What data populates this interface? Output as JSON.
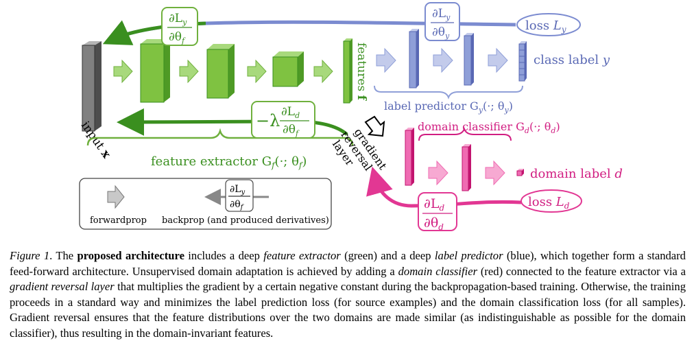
{
  "diagram": {
    "feature_extractor_label": "feature extractor G",
    "feature_extractor_sub": "f",
    "feature_extractor_args": "(·; θ",
    "feature_extractor_args_close": ")",
    "label_predictor_label": "label predictor G",
    "label_predictor_sub": "y",
    "label_predictor_args": "(·; θ",
    "label_predictor_args_close": ")",
    "domain_classifier_label": "domain classifier G",
    "domain_classifier_sub": "d",
    "domain_classifier_args": "(·; θ",
    "domain_classifier_args_close": ")",
    "input_label": "input ",
    "input_var": "x",
    "features_label": "features ",
    "features_var": "f",
    "grl_line1": "gradient",
    "grl_line2": "reversal",
    "grl_line3": "layer",
    "class_label": "class label ",
    "class_var": "y",
    "domain_label": "domain label ",
    "domain_var": "d",
    "loss_y": "loss ",
    "loss_y_var": "L",
    "loss_y_sub": "y",
    "loss_d": "loss ",
    "loss_d_var": "L",
    "loss_d_sub": "d",
    "deriv_num": "∂L",
    "deriv_den": "∂θ",
    "deriv_sub_y": "y",
    "deriv_sub_f": "f",
    "deriv_sub_d": "d",
    "neg_lambda": "−λ",
    "legend_forward": "forwardprop",
    "legend_backprop": "backprop (and produced derivatives)",
    "colors": {
      "green": "#7fc241",
      "green_dark": "#3a8f1f",
      "blue": "#8f9fd8",
      "blue_dark": "#5968b4",
      "pink": "#ef6bb2",
      "pink_dark": "#d11d81",
      "gray": "#777777"
    }
  },
  "caption": {
    "prefix": "Figure 1",
    "prefix_dot": ". The ",
    "bold1": "proposed architecture",
    "t1": " includes a deep ",
    "i1": "feature extractor",
    "t2": " (green) and a deep ",
    "i2": "label predictor",
    "t3": " (blue), which together form a standard feed-forward architecture. Unsupervised domain adaptation is achieved by adding a ",
    "i3": "domain classifier",
    "t4": " (red) connected to the feature extractor via a ",
    "i4": "gradient reversal layer",
    "t5": " that multiplies the gradient by a certain negative constant during the backpropagation-based training. Otherwise, the training proceeds in a standard way and minimizes the label prediction loss (for source examples) and the domain classification loss (for all samples). Gradient reversal ensures that the feature distributions over the two domains are made similar (as indistinguishable as possible for the domain classifier), thus resulting in the domain-invariant features."
  }
}
